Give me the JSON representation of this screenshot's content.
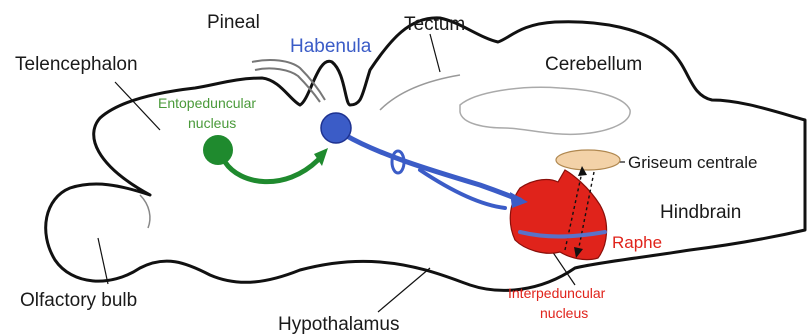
{
  "labels": {
    "pineal": "Pineal",
    "habenula": "Habenula",
    "tectum": "Tectum",
    "cerebellum": "Cerebellum",
    "telencephalon": "Telencephalon",
    "entopeduncular_line1": "Entopeduncular",
    "entopeduncular_line2": "nucleus",
    "griseum": "Griseum centrale",
    "hindbrain": "Hindbrain",
    "raphe": "Raphe",
    "interpeduncular_line1": "Interpeduncular",
    "interpeduncular_line2": "nucleus",
    "olfactory": "Olfactory bulb",
    "hypothalamus": "Hypothalamus"
  },
  "colors": {
    "outline": "#111111",
    "habenula_blue": "#3b5cc7",
    "entopeduncular_green": "#1f8a2e",
    "raphe_red": "#e0231b",
    "griseum_fill": "#f3d2a8",
    "pineal_gray": "#777777",
    "cerebellum_inner": "#aaaaaa"
  }
}
